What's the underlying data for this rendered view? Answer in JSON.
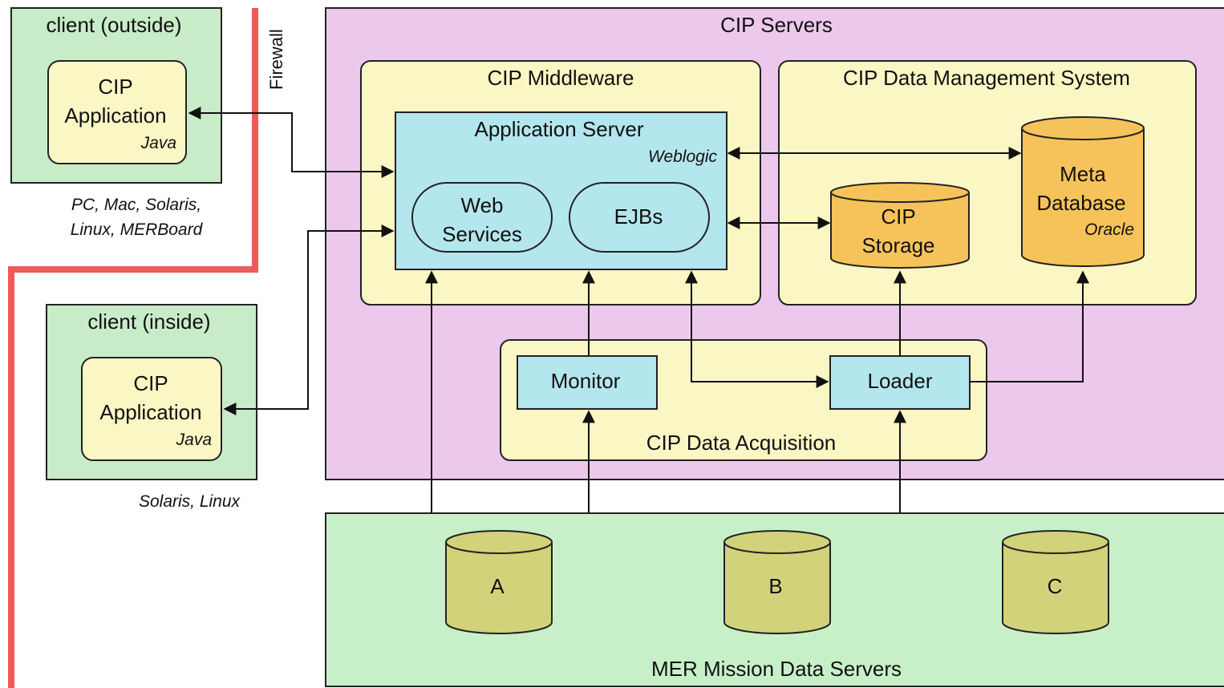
{
  "firewall": {
    "label": "Firewall"
  },
  "client_outside": {
    "title": "client (outside)",
    "app_line1": "CIP",
    "app_line2": "Application",
    "app_tech": "Java",
    "platforms_line1": "PC, Mac, Solaris,",
    "platforms_line2": "Linux, MERBoard"
  },
  "client_inside": {
    "title": "client (inside)",
    "app_line1": "CIP",
    "app_line2": "Application",
    "app_tech": "Java",
    "platforms": "Solaris, Linux"
  },
  "servers": {
    "title": "CIP Servers",
    "middleware": {
      "title": "CIP Middleware",
      "app_server_title": "Application Server",
      "app_server_tech": "Weblogic",
      "web_services_line1": "Web",
      "web_services_line2": "Services",
      "ejbs": "EJBs"
    },
    "dms": {
      "title": "CIP Data Management System",
      "storage_line1": "CIP",
      "storage_line2": "Storage",
      "meta_line1": "Meta",
      "meta_line2": "Database",
      "meta_tech": "Oracle"
    },
    "acquisition": {
      "title": "CIP Data Acquisition",
      "monitor": "Monitor",
      "loader": "Loader"
    }
  },
  "mission": {
    "title": "MER Mission Data Servers",
    "db_a": "A",
    "db_b": "B",
    "db_c": "C"
  },
  "colors": {
    "firewall": "#ee5a5a",
    "client_bg": "#c8ecc8",
    "app_bg": "#fbf7c4",
    "servers_bg": "#ecc8ec",
    "middleware_bg": "#fbf7c4",
    "app_server_bg": "#b4e6ee",
    "storage_db": "#f6c35a",
    "mission_bg": "#c8f0c8",
    "mission_db": "#d2d27a"
  }
}
